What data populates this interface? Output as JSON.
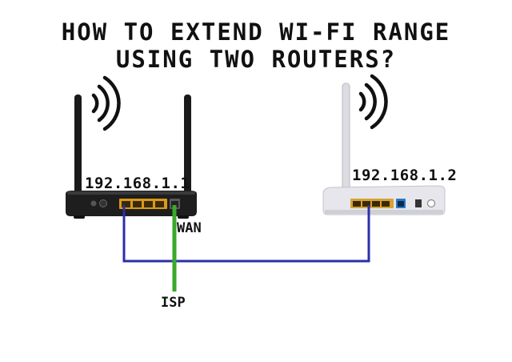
{
  "title": {
    "line1": "HOW TO EXTEND WI-FI RANGE",
    "line2": "USING TWO ROUTERS?"
  },
  "routers": {
    "main": {
      "ip": "192.168.1.1",
      "color": "#1c1c1c"
    },
    "secondary": {
      "ip": "192.168.1.2",
      "color": "#e4e4ea"
    }
  },
  "labels": {
    "wan": "WAN",
    "isp": "ISP"
  },
  "colors": {
    "lan_cable": "#2b2fa8",
    "isp_cable": "#3aa82a",
    "lan_port": "#e0a020",
    "wan_port_secondary": "#2a78c8"
  },
  "icons": [
    "wifi-signal-icon",
    "wifi-signal-icon"
  ]
}
